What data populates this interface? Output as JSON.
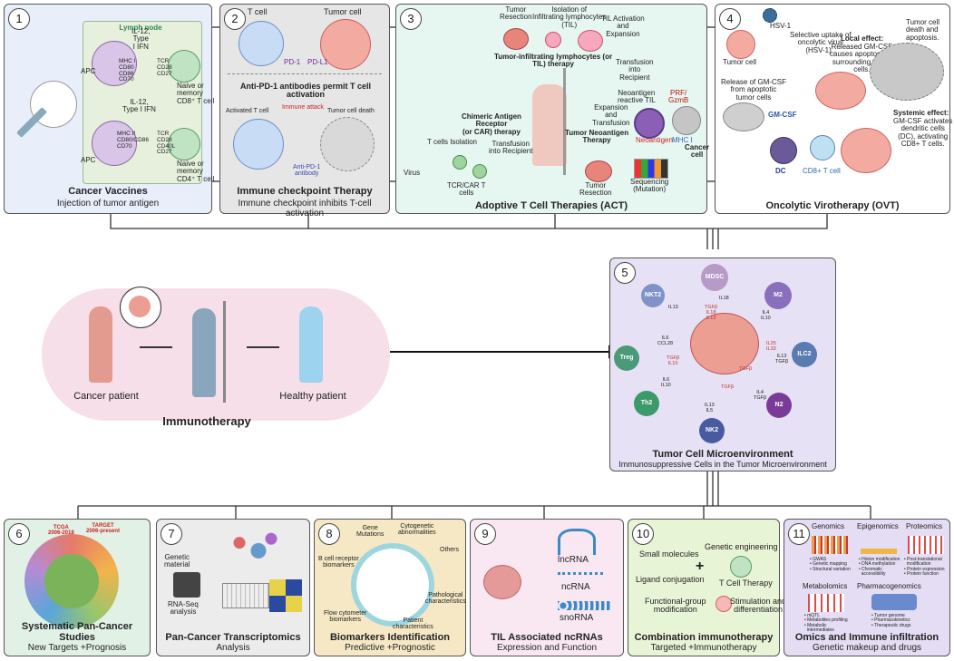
{
  "panels_top": {
    "p1": {
      "num": "1",
      "title": "Cancer Vaccines",
      "subtitle": "Injection of tumor antigen",
      "lymph": "Lymph node",
      "apc": "APC",
      "apc2": "APC",
      "il12a": "IL-12,\nType\nI IFN",
      "il12b": "IL-12,\nType I IFN",
      "mhc1": "MHC I\nCD80\nCD86\nCD70",
      "mhc2": "MHC II\nCD80/CD86\nCD70",
      "tcr1": "TCR\nCD28\nCD27",
      "tcr2": "TCR\nCD28\nCD40L\nCD27",
      "cd8": "Naive or\nmemory\nCD8⁺ T cell",
      "cd4": "Naive or\nmemory\nCD4⁺ T cell"
    },
    "p2": {
      "num": "2",
      "title": "Immune checkpoint Therapy",
      "subtitle": "Immune checkpoint inhibits T-cell activation",
      "tcell": "T cell",
      "tumor": "Tumor cell",
      "pd1": "PD-1",
      "pdl1": "PD-L1",
      "anti": "Anti-PD-1 antibodies permit T cell activation",
      "activated": "Activated T cell",
      "attack": "Immune attack",
      "death": "Tumor cell death",
      "antibody": "Anti-PD-1\nantibody"
    },
    "p3": {
      "num": "3",
      "title": "Adoptive T Cell Therapies (ACT)",
      "resection1": "Tumor\nResection",
      "isolation": "Isolation of\nInfiltrating lymphocytes\n(TIL)",
      "til_act": "TIL Activation\nand\nExpansion",
      "til_therapy": "Tumor-infiltrating lymphocytes (or\nTIL) therapy",
      "transfusion1": "Transfusion\ninto\nRecipient",
      "car": "Chimeric Antigen\nReceptor\n(or CAR) therapy",
      "tcell_iso": "T cells Isolation",
      "expansion": "Expansion\nand\nTransfusion",
      "neo_reactive": "Neoantigen\nreactive TIL",
      "prf": "PRF/\nGzmB",
      "neo_therapy": "Tumor Neoantigen\nTherapy",
      "neoantigen": "Neoantigen",
      "mhc1": "MHC I",
      "cancer_cell": "Cancer\ncell",
      "transfusion2": "Transfusion\ninto Recipient",
      "virus": "Virus",
      "tcr_car": "TCR/CAR T\ncells",
      "resection2": "Tumor\nResection",
      "sequencing": "Sequencing\n(Mutation)"
    },
    "p4": {
      "num": "4",
      "title": "Oncolytic Virotherapy (OVT)",
      "hsv": "HSV-1",
      "uptake": "Selective uptake of\noncolytic virus\n(HSV-1) .",
      "tumor_cell": "Tumor cell",
      "local_title": "Local effect:",
      "local": "Released GM-CSF\ncauses apoptosis of\nsurrounding tumor\ncells.",
      "death": "Tumor cell\ndeath and\napoptosis.",
      "release": "Release of GM-CSF\nfrom apoptotic\ntumor cells",
      "gmcsf": "GM-CSF",
      "systemic_title": "Systemic effect:",
      "systemic": "GM-CSF activates\ndendritic cells\n(DC), activating\nCD8+ T cells.",
      "dc": "DC",
      "cd8": "CD8+ T cell"
    }
  },
  "center": {
    "cancer_patient": "Cancer patient",
    "healthy_patient": "Healthy patient",
    "immunotherapy": "Immunotherapy"
  },
  "p5": {
    "num": "5",
    "title": "Tumor Cell Microenvironment",
    "subtitle": "Immunosuppressive Cells in the Tumor Microenvironment",
    "cells": [
      "MDSC",
      "NKT2",
      "M2",
      "Treg",
      "ILC2",
      "Th2",
      "NK2",
      "N2"
    ],
    "cytokines": [
      "IL18",
      "TGFβ\nIL18\nIL13",
      "IL13",
      "IL4\nIL10",
      "IL6\nCCL28",
      "TGFβ\nIL10",
      "IL25\nIL33",
      "IL13\nTGFβ",
      "IL6\nIL10",
      "TGFβ",
      "TGFβ",
      "IL4\nTGFβ",
      "IL13\nIL5"
    ]
  },
  "panels_bottom": {
    "p6": {
      "num": "6",
      "title": "Systematic Pan-Cancer Studies",
      "subtitle": "New Targets +Prognosis",
      "tcga": "TCGA\n2006-2018",
      "target": "TARGET\n2006-present"
    },
    "p7": {
      "num": "7",
      "title": "Pan-Cancer Transcriptomics",
      "subtitle": "Analysis",
      "genetic": "Genetic\nmaterial",
      "rnaseq": "RNA-Seq\nanalysis"
    },
    "p8": {
      "num": "8",
      "title": "Biomarkers Identification",
      "subtitle": "Predictive +Prognostic",
      "labels": [
        "Gene\nMutations",
        "Cytogenetic\nabnormalities",
        "Others",
        "B cell receptor\nbiomarkers",
        "Pathological\ncharacteristics",
        "Flow cytometer\nbiomarkers",
        "Patient\ncharacteristics"
      ]
    },
    "p9": {
      "num": "9",
      "title": "TIL Associated ncRNAs",
      "subtitle": "Expression and Function",
      "lnc": "lncRNA",
      "nc": "ncRNA",
      "sno": "snoRNA"
    },
    "p10": {
      "num": "10",
      "title": "Combination immunotherapy",
      "subtitle": "Targeted +Immunotherapy",
      "small": "Small molecules",
      "genetic": "Genetic engineering",
      "ligand": "Ligand conjugation",
      "tcell": "T Cell Therapy",
      "functional": "Functional-group\nmodification",
      "stim": "Stimulation and\ndifferentiation"
    },
    "p11": {
      "num": "11",
      "title": "Omics and Immune infiltration",
      "subtitle": "Genetic makeup and drugs",
      "genomics": "Genomics",
      "epigenomics": "Epigenomics",
      "proteomics": "Proteomics",
      "metabolomics": "Metabolomics",
      "pharmaco": "Pharmacogenomics",
      "g_items": "• GWAS\n• Genetic mapping\n• Structural variation",
      "e_items": "• Histon modification\n• DNA methylation\n• Chromatic\n  accessibility",
      "p_items": "• Post-translational\n  modification\n• Protein expression\n• Protein function",
      "m_items": "• mQTL\n• Metabolites profiling\n• Metabolic\n  intermediates",
      "ph_items": "• Tumor genome\n• Pharmacokinetics\n• Therapeutic drugs"
    }
  },
  "colors": {
    "p1": "#e8eefa",
    "p2": "#e6e6e6",
    "p3": "#e6f6f1",
    "p4": "#ffffff",
    "p5": "#e6e1f4",
    "p6": "#e2f1e6",
    "p7": "#ececec",
    "p8": "#f6e8c4",
    "p9": "#f9e8f2",
    "p10": "#e8f4d6",
    "p11": "#e4ddf4",
    "center": "#f6dfe9"
  }
}
